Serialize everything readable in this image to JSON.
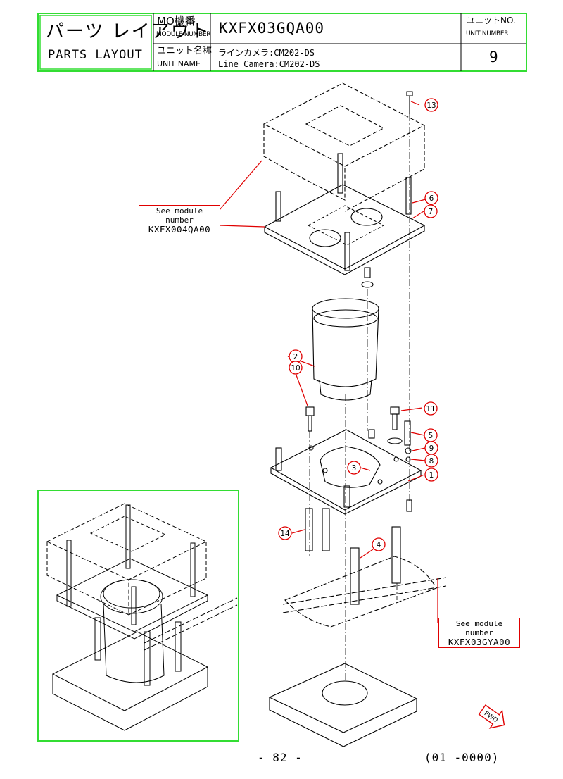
{
  "header": {
    "title_jp": "パーツ レイアウト",
    "title_en": "PARTS LAYOUT",
    "mo_label_jp": "MO機番",
    "mo_label_en": "MODULE NUMBER",
    "module_number": "KXFX03GQA00",
    "unit_no_label_jp": "ユニットNO.",
    "unit_no_label_en": "UNIT NUMBER",
    "unit_no_value": "9",
    "unit_name_label_jp": "ユニット名称",
    "unit_name_label_en": "UNIT NAME",
    "unit_name_jp": "ラインカメラ:CM202-DS",
    "unit_name_en": "Line Camera:CM202-DS"
  },
  "callouts": {
    "top": {
      "label": "See module number",
      "module": "KXFX004QA00"
    },
    "bottom": {
      "label": "See module number",
      "module": "KXFX03GYA00"
    }
  },
  "part_numbers": [
    "1",
    "2",
    "3",
    "4",
    "5",
    "6",
    "7",
    "8",
    "9",
    "10",
    "11",
    "13",
    "14"
  ],
  "fwd_label": "FWD",
  "footer": {
    "page": "- 82 -",
    "code": "(01 -0000)"
  },
  "colors": {
    "highlight_box": "#33dd33",
    "callout": "#e00000"
  }
}
